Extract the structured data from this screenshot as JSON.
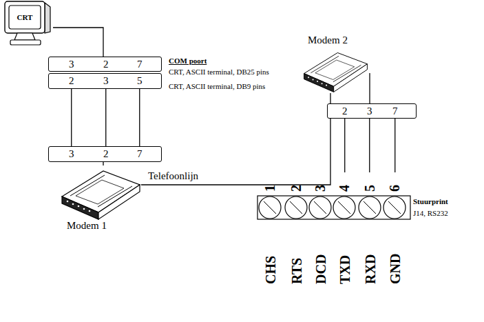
{
  "diagram": {
    "nodes": [
      {
        "text": [
          "CRT"
        ]
      },
      {
        "text": [
          "3",
          "2",
          "7"
        ]
      },
      {
        "text": [
          "2",
          "3",
          "5"
        ]
      },
      {
        "text": [
          "3",
          "2",
          "7"
        ]
      },
      {
        "text": [
          "Modem 1"
        ]
      },
      {
        "text": [
          "Modem 2"
        ]
      },
      {
        "text": [
          "2",
          "3",
          "7"
        ]
      },
      {
        "text": [
          "1",
          "2",
          "3",
          "4",
          "5",
          "6"
        ]
      }
    ],
    "edges": [
      {
        "from": 0,
        "to": 1,
        "arrow": "none"
      },
      {
        "from": 2,
        "to": 3,
        "arrow": "none"
      },
      {
        "from": 2,
        "to": 3,
        "arrow": "none"
      },
      {
        "from": 2,
        "to": 3,
        "arrow": "none"
      },
      {
        "from": 3,
        "to": 4,
        "arrow": "none"
      },
      {
        "from": 4,
        "to": 5,
        "label": "Telefoonlijn",
        "arrow": "none"
      },
      {
        "from": 5,
        "to": 6,
        "arrow": "none"
      },
      {
        "from": 6,
        "to": 7,
        "arrow": "none"
      },
      {
        "from": 6,
        "to": 7,
        "arrow": "none"
      },
      {
        "from": 6,
        "to": 7,
        "arrow": "none"
      }
    ],
    "labels": [
      "COM poort",
      "CRT, ASCII terminal, DB25 pins",
      "CRT, ASCII terminal, DB9 pins",
      "Stuurprint",
      "J14, RS232",
      "CHS",
      "RTS",
      "DCD",
      "TXD",
      "RXD",
      "GND"
    ]
  }
}
